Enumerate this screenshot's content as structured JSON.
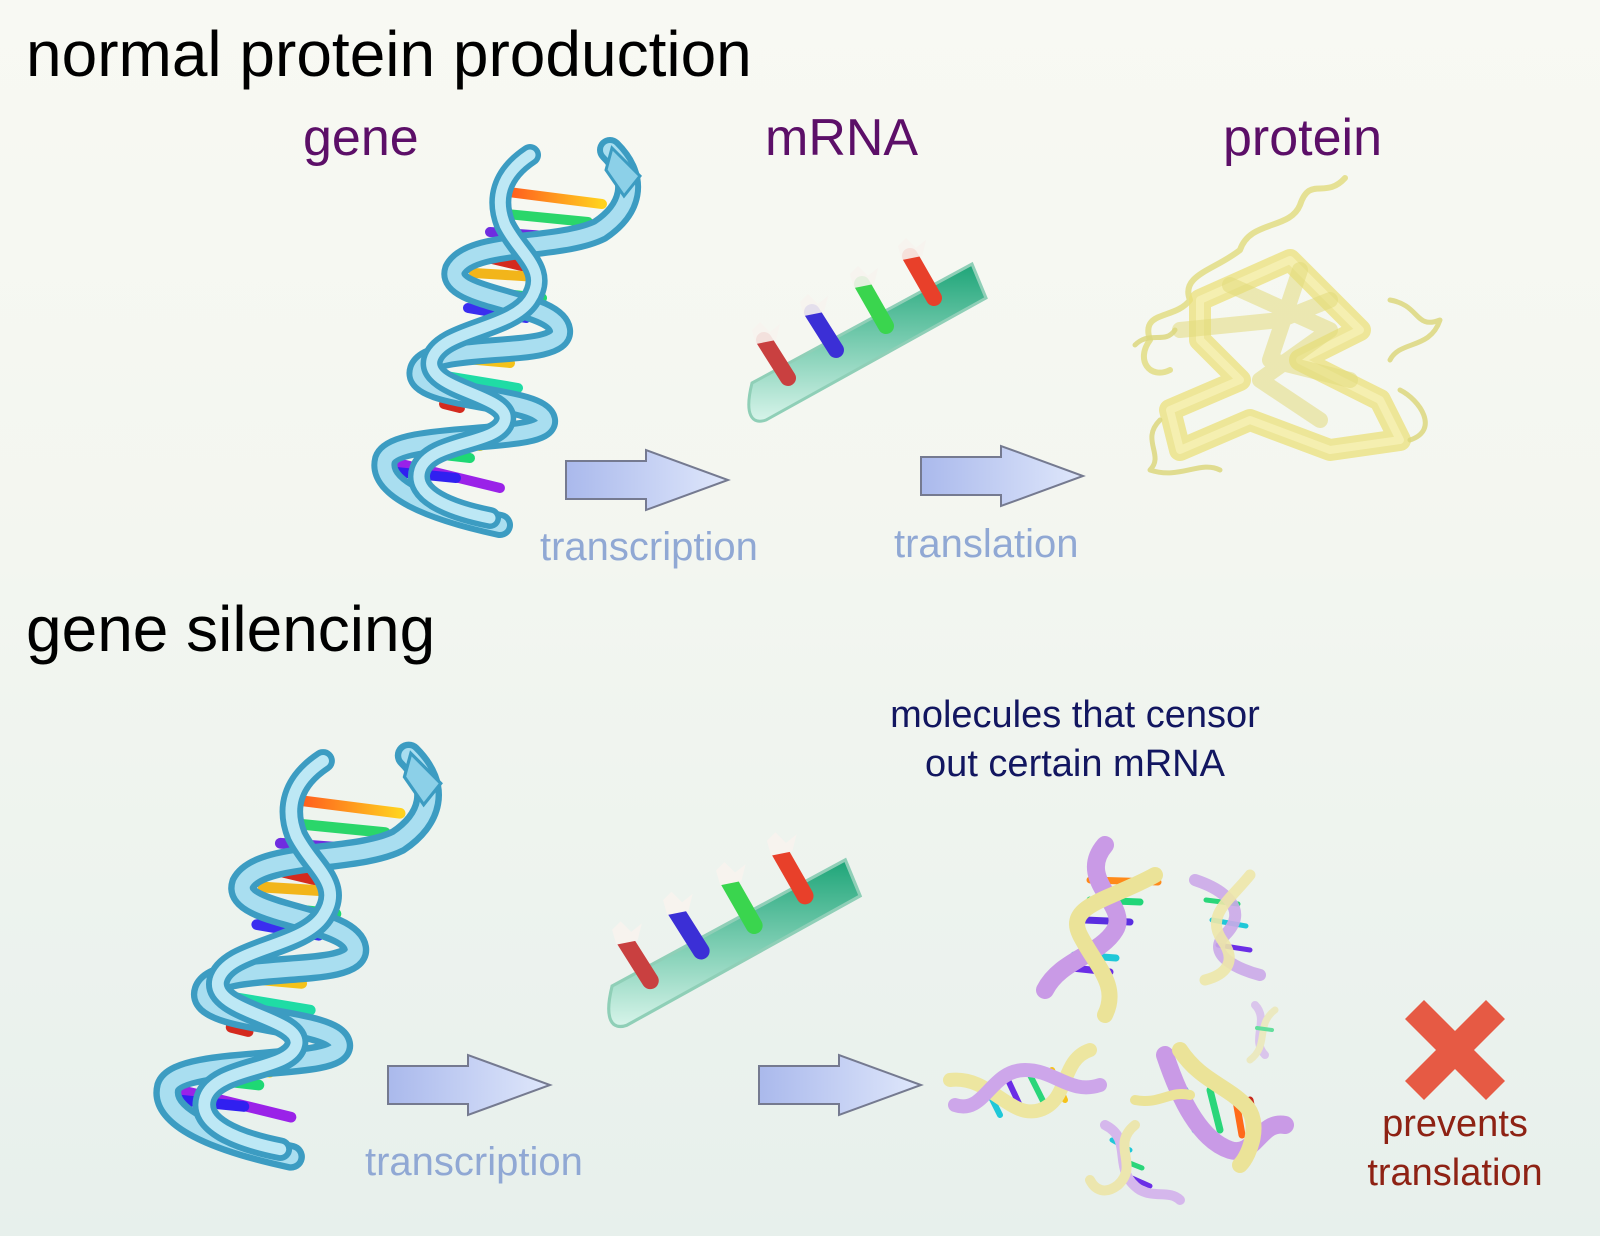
{
  "normal": {
    "title": "normal protein production",
    "labels": {
      "gene": "gene",
      "mrna": "mRNA",
      "protein": "protein"
    },
    "steps": {
      "transcription": "transcription",
      "translation": "translation"
    }
  },
  "silencing": {
    "title": "gene silencing",
    "steps": {
      "transcription": "transcription"
    },
    "molecules_label": [
      "molecules that censor",
      "out certain mRNA"
    ],
    "result_label": [
      "prevents",
      "translation"
    ]
  },
  "colors": {
    "stage_label": "#5c0f68",
    "step_label": "#90a8d4",
    "note_label": "#121660",
    "warn_label": "#8e2214",
    "dna_backbone": "#74c3dc",
    "mrna_backbone": "#2fb98b",
    "protein": "#e6e08a",
    "arrow_fill": "#b6c6f2",
    "block_x": "#e65a44"
  },
  "icons": [
    "dna-helix-icon",
    "mrna-strand-icon",
    "protein-fold-icon",
    "arrow-right-icon",
    "rna-duplex-icon",
    "cross-mark-icon"
  ]
}
